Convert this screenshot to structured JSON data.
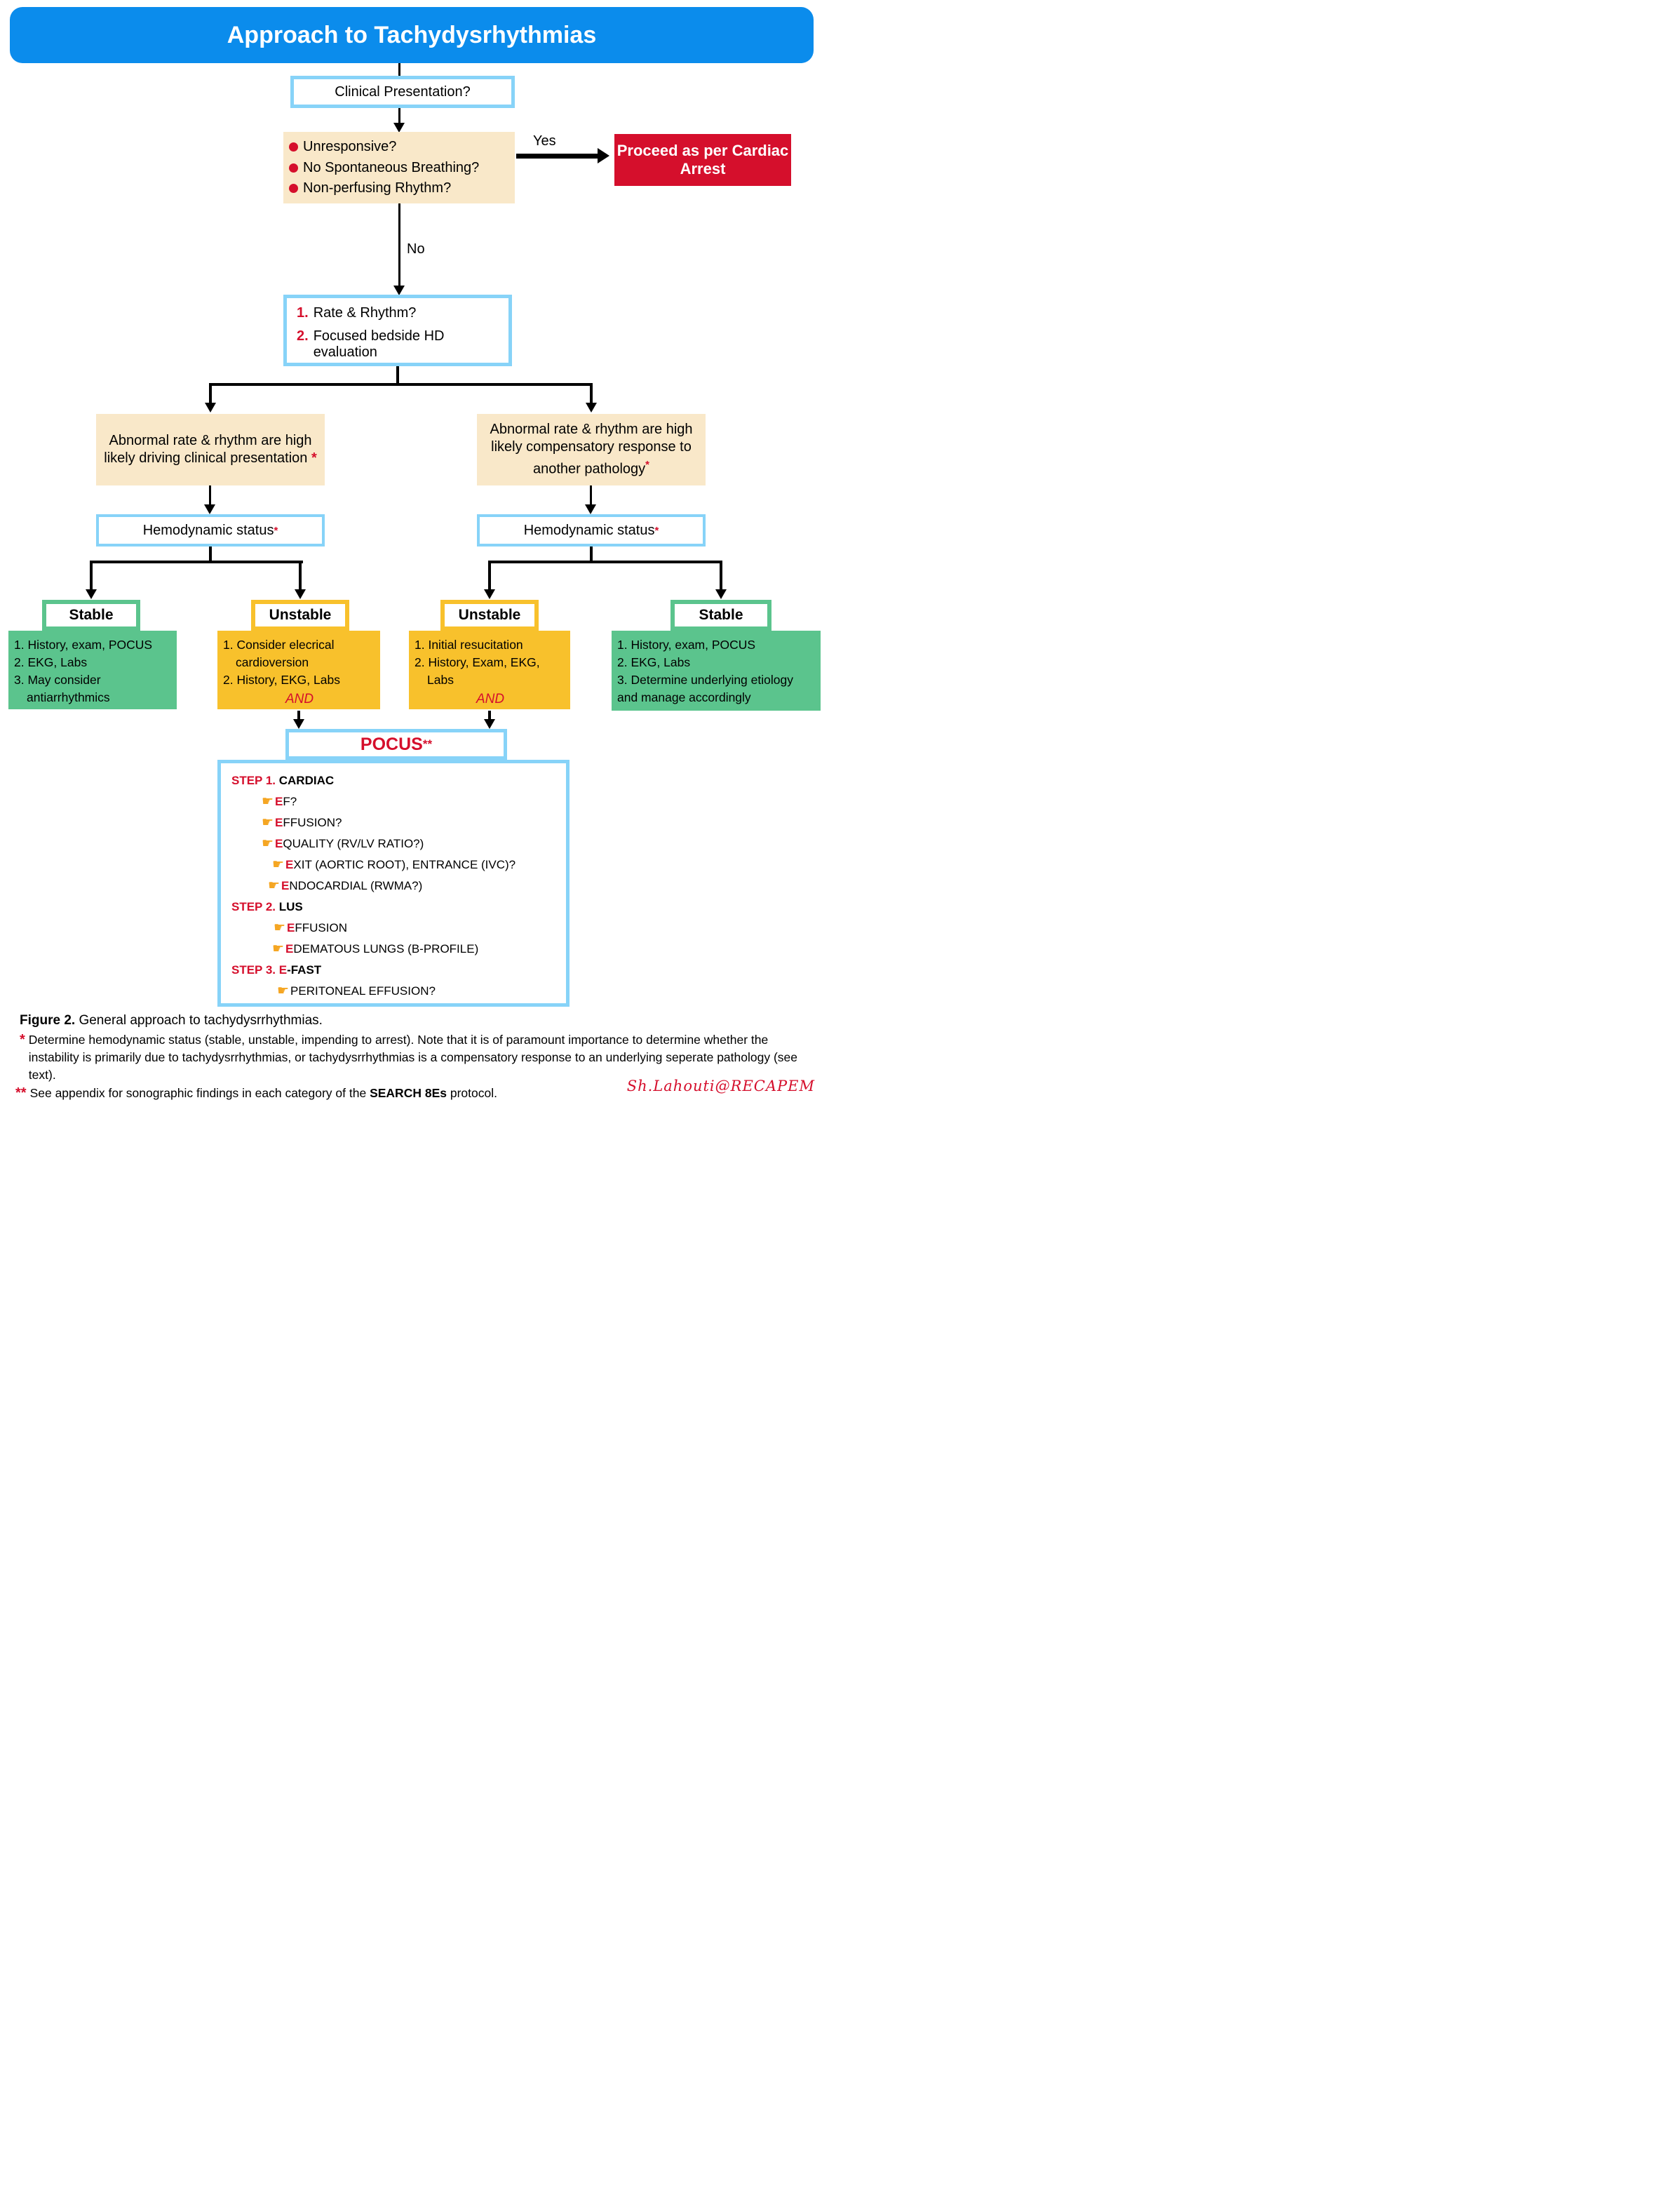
{
  "title": "Approach to Tachydysrhythmias",
  "icons": {
    "pointer": "☛"
  },
  "flow": {
    "clinical_presentation": "Clinical Presentation?",
    "triage": {
      "items": [
        "Unresponsive?",
        "No Spontaneous Breathing?",
        "Non-perfusing Rhythm?"
      ]
    },
    "yes_label": "Yes",
    "no_label": "No",
    "cardiac_arrest": "Proceed as per Cardiac Arrest",
    "assessment": {
      "item1_num": "1.",
      "item1": "Rate & Rhythm?",
      "item2_num": "2.",
      "item2": "Focused bedside HD evaluation"
    },
    "branch_left": {
      "text": "Abnormal rate & rhythm are high likely driving clinical presentation ",
      "asterisk": "*"
    },
    "branch_right": {
      "text": "Abnormal rate & rhythm are high likely compensatory response to another pathology",
      "asterisk": "*"
    },
    "hemo_left": {
      "text": "Hemodynamic status",
      "asterisk": "*"
    },
    "hemo_right": {
      "text": "Hemodynamic status",
      "asterisk": "*"
    },
    "outcome_stable_left": {
      "header": "Stable",
      "items": [
        "1. History, exam, POCUS",
        "2. EKG, Labs",
        "3. May consider antiarrhythmics"
      ]
    },
    "outcome_unstable_left": {
      "header": "Unstable",
      "items": [
        "1. Consider elecrical cardioversion",
        "2. History, EKG, Labs"
      ],
      "and_label": "AND"
    },
    "outcome_unstable_right": {
      "header": "Unstable",
      "items": [
        "1. Initial resucitation",
        "2. History, Exam, EKG, Labs"
      ],
      "and_label": "AND"
    },
    "outcome_stable_right": {
      "header": "Stable",
      "items": [
        "1. History, exam, POCUS",
        "2. EKG, Labs",
        "3. Determine underlying etiology and manage accordingly"
      ]
    }
  },
  "pocus": {
    "title": "POCUS",
    "stars": "**",
    "step1_label": "STEP 1.",
    "step1_name": "CARDIAC",
    "step1_items": [
      {
        "lead": "E",
        "rest": "F?"
      },
      {
        "lead": "E",
        "rest": "FFUSION?"
      },
      {
        "lead": "E",
        "rest": "QUALITY (RV/LV RATIO?)"
      },
      {
        "lead": "E",
        "rest": "XIT (AORTIC ROOT), ENTRANCE (IVC)?"
      },
      {
        "lead": "E",
        "rest": "NDOCARDIAL (RWMA?)"
      }
    ],
    "step2_label": "STEP 2.",
    "step2_name": "LUS",
    "step2_items": [
      {
        "lead": "E",
        "rest": "FFUSION"
      },
      {
        "lead": "E",
        "rest": "DEMATOUS LUNGS (B-PROFILE)"
      }
    ],
    "step3_label": "STEP 3.",
    "step3_name_lead": "E",
    "step3_name_rest": "-FAST",
    "step3_items": [
      {
        "lead": "",
        "rest": "PERITONEAL EFFUSION?"
      }
    ]
  },
  "footer": {
    "caption_bold": "Figure 2.",
    "caption": " General approach to tachydysrrhythmias.",
    "note1_star": "*",
    "note1": "Determine hemodynamic status (stable, unstable, impending to arrest). Note that it is of paramount importance to determine whether the instability is primarily due to tachydysrrhythmias, or tachydysrrhythmias is a compensatory response to an underlying seperate pathology (see text).",
    "note2_star": "**",
    "note2_a": "See appendix for sonographic findings in each category of the ",
    "note2_bold": "SEARCH 8Es",
    "note2_b": " protocol.",
    "signature": "Sh.Lahouti@RECAPEM"
  },
  "colors": {
    "title_blue": "#0b8cec",
    "light_blue": "#87d3f8",
    "beige": "#f9e8c9",
    "red": "#d50f2c",
    "green": "#5bc48d",
    "yellow": "#f8c12c"
  }
}
